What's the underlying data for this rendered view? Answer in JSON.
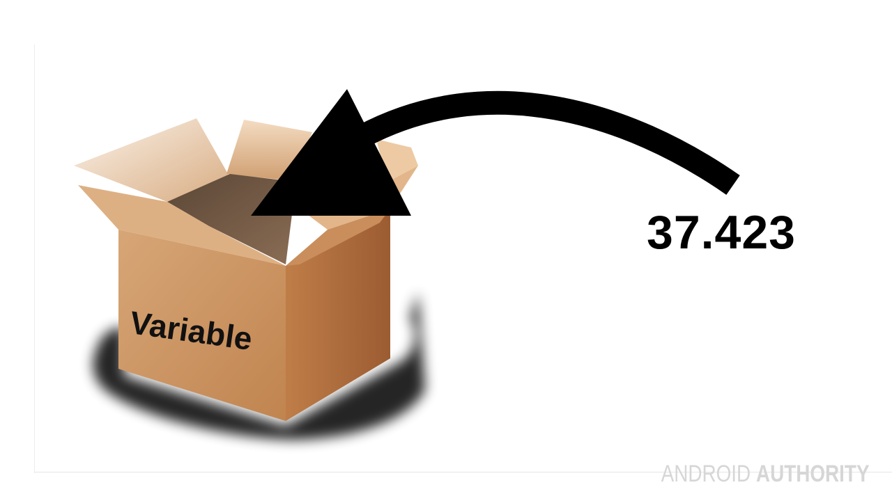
{
  "slide": {
    "value_text": "37.423",
    "box_label": "Variable",
    "watermark_part1": "ANDROID ",
    "watermark_part2": "AUTHORITY"
  },
  "colors": {
    "background": "#ffffff",
    "arrow": "#000000",
    "box_front": "#c9915f",
    "box_side": "#a8683b",
    "flap_light": "#e8c8a6",
    "shadow": "#000000",
    "watermark": "#d6d6d6"
  },
  "icons": {
    "box": "cardboard-box-icon",
    "arrow": "curved-arrow-icon"
  }
}
